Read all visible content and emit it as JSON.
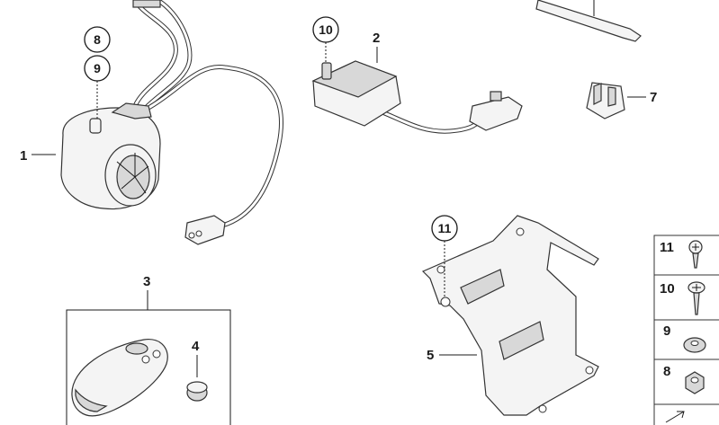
{
  "callouts": {
    "c1": "1",
    "c2": "2",
    "c3": "3",
    "c4": "4",
    "c5": "5",
    "c7": "7",
    "c8": "8",
    "c9": "9",
    "c10": "10",
    "c11": "11"
  },
  "hardware_panel": {
    "h11": "11",
    "h10": "10",
    "h9": "9",
    "h8": "8"
  }
}
